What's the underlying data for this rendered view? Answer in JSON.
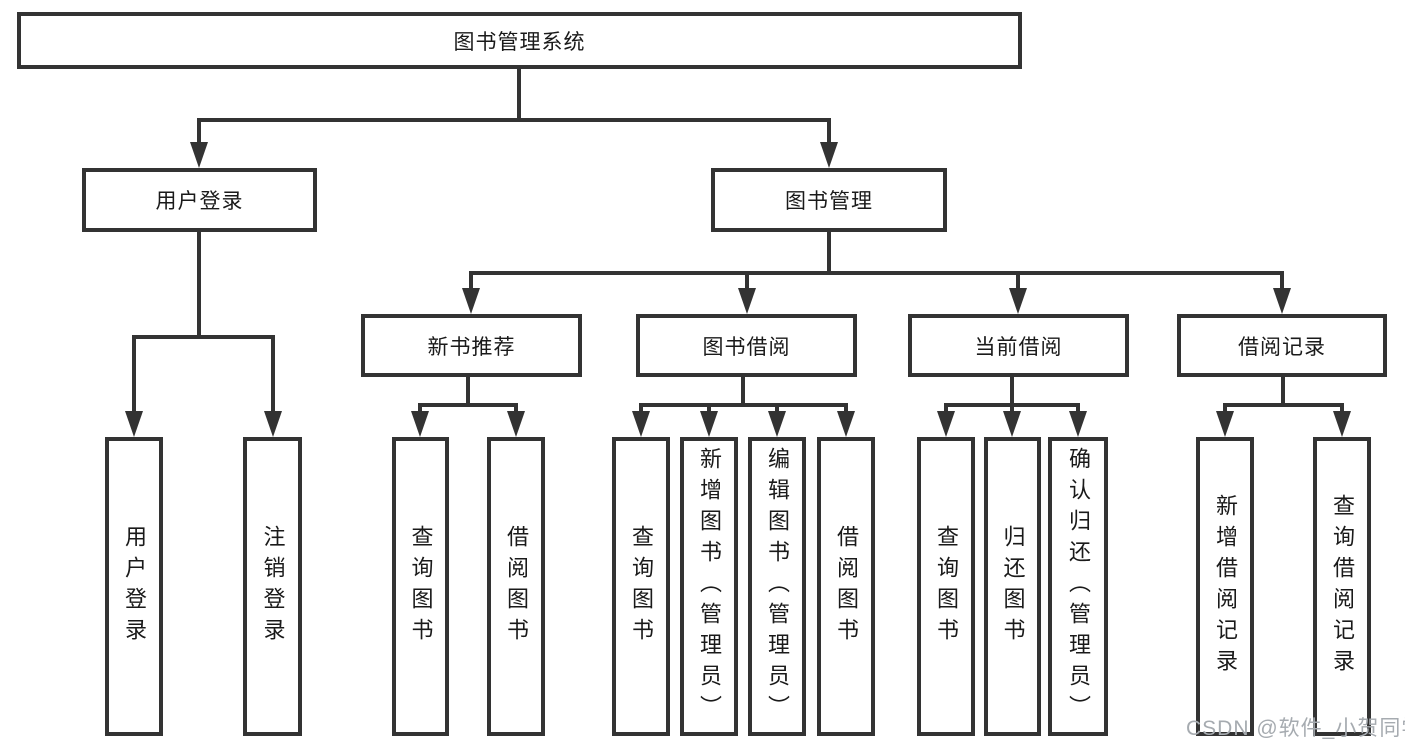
{
  "colors": {
    "line": "#333333",
    "text": "#1a1a1a",
    "background": "#ffffff",
    "watermark": "#a6abb0"
  },
  "tree": {
    "root": {
      "label": "图书管理系统"
    },
    "login": {
      "label": "用户登录",
      "children": [
        {
          "label": "用户登录"
        },
        {
          "label": "注销登录"
        }
      ]
    },
    "manage": {
      "label": "图书管理",
      "groups": [
        {
          "label": "新书推荐",
          "children": [
            {
              "label": "查询图书"
            },
            {
              "label": "借阅图书"
            }
          ]
        },
        {
          "label": "图书借阅",
          "children": [
            {
              "label": "查询图书"
            },
            {
              "label": "新增图书（管理员）"
            },
            {
              "label": "编辑图书（管理员）"
            },
            {
              "label": "借阅图书"
            }
          ]
        },
        {
          "label": "当前借阅",
          "children": [
            {
              "label": "查询图书"
            },
            {
              "label": "归还图书"
            },
            {
              "label": "确认归还（管理员）"
            }
          ]
        },
        {
          "label": "借阅记录",
          "children": [
            {
              "label": "新增借阅记录"
            },
            {
              "label": "查询借阅记录"
            }
          ]
        }
      ]
    }
  },
  "watermark": {
    "text": "CSDN @软件_小贺同学"
  }
}
